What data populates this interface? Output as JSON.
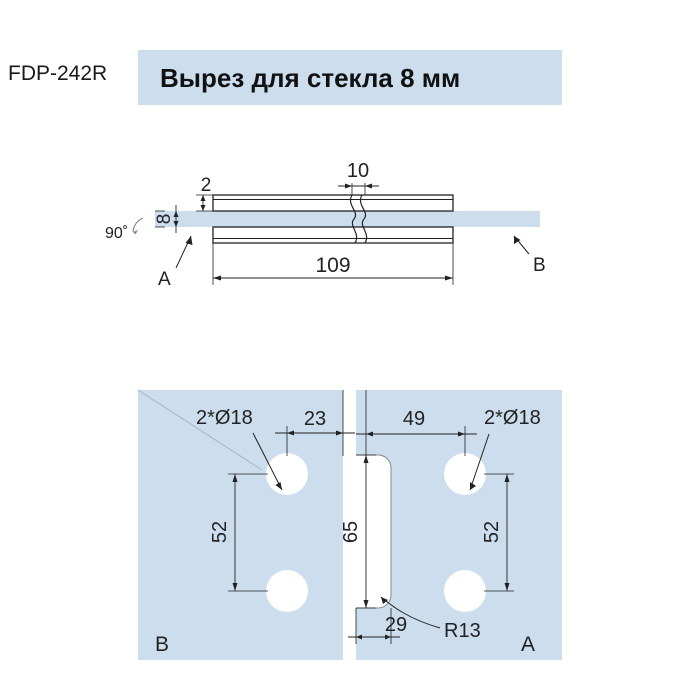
{
  "header": {
    "code": "FDP-242R",
    "title": "Вырез для стекла 8 мм",
    "band_color": "#ccdded"
  },
  "side_view": {
    "name": "side-section-view",
    "dimensions": {
      "thickness": "2",
      "glass": "8",
      "notch_width": "10",
      "length": "109",
      "angle": "90˚"
    },
    "markers": {
      "left": "A",
      "right": "B"
    }
  },
  "plan_views": {
    "left_panel": {
      "label": "B",
      "holes_label": "2*Ø18",
      "edge_dim": "23",
      "vertical_dim": "52"
    },
    "right_panel": {
      "label": "A",
      "holes_label": "2*Ø18",
      "edge_dim": "49",
      "vertical_dim": "52",
      "height_dim": "65",
      "notch_width": "29",
      "radius": "R13"
    },
    "panel_color": "#ccdded"
  }
}
